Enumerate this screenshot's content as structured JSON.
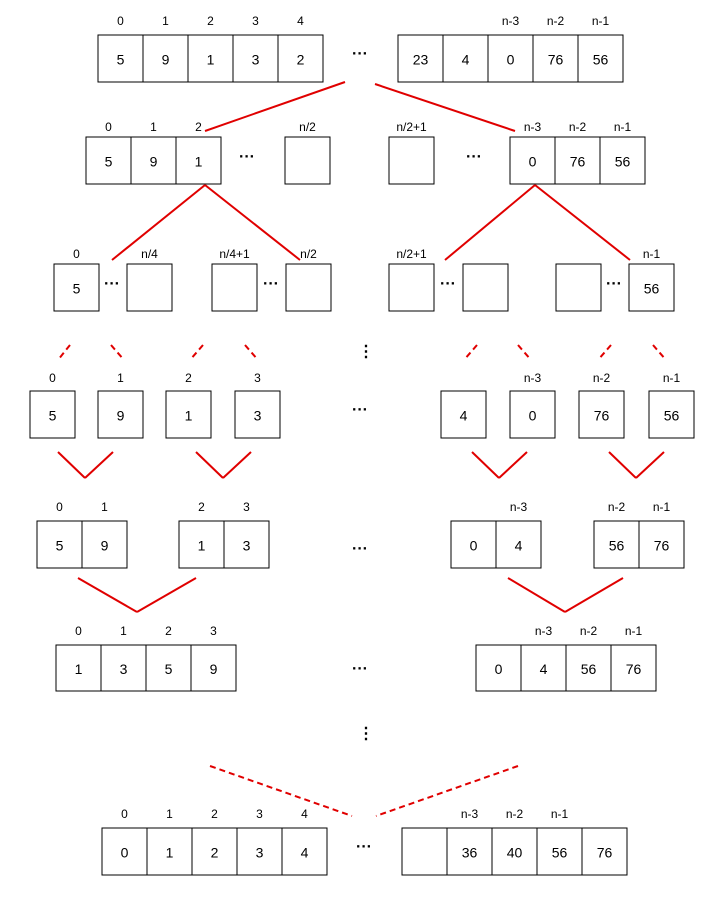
{
  "colors": {
    "connector": "#e00000",
    "cell_border": "#000000",
    "background": "#ffffff"
  },
  "ellipsis": "···",
  "vertical_ellipsis": "⋮",
  "levels": [
    {
      "name": "input-array",
      "groups": [
        {
          "cells": [
            "5",
            "9",
            "1",
            "3",
            "2"
          ],
          "indices": [
            "0",
            "1",
            "2",
            "3",
            "4"
          ]
        },
        {
          "cells": [
            "23",
            "4",
            "0",
            "76",
            "56"
          ],
          "indices": [
            "",
            "",
            "n-3",
            "n-2",
            "n-1"
          ]
        }
      ]
    },
    {
      "name": "split-halves",
      "groups": [
        {
          "cells": [
            "5",
            "9",
            "1"
          ],
          "indices": [
            "0",
            "1",
            "2"
          ]
        },
        {
          "cells": [
            ""
          ],
          "indices": [
            "n/2"
          ]
        },
        {
          "cells": [
            ""
          ],
          "indices": [
            "n/2+1"
          ]
        },
        {
          "cells": [
            "0",
            "76",
            "56"
          ],
          "indices": [
            "n-3",
            "n-2",
            "n-1"
          ]
        }
      ]
    },
    {
      "name": "split-quarters",
      "groups": [
        {
          "cells": [
            "5"
          ],
          "indices": [
            "0"
          ]
        },
        {
          "cells": [
            ""
          ],
          "indices": [
            "n/4"
          ]
        },
        {
          "cells": [
            ""
          ],
          "indices": [
            "n/4+1"
          ]
        },
        {
          "cells": [
            ""
          ],
          "indices": [
            "n/2"
          ]
        },
        {
          "cells": [
            ""
          ],
          "indices": [
            "n/2+1"
          ]
        },
        {
          "cells": [
            ""
          ],
          "indices": [
            ""
          ]
        },
        {
          "cells": [
            ""
          ],
          "indices": [
            ""
          ]
        },
        {
          "cells": [
            "56"
          ],
          "indices": [
            "n-1"
          ]
        }
      ]
    },
    {
      "name": "single-elements",
      "groups": [
        {
          "cells": [
            "5"
          ],
          "indices": [
            "0"
          ]
        },
        {
          "cells": [
            "9"
          ],
          "indices": [
            "1"
          ]
        },
        {
          "cells": [
            "1"
          ],
          "indices": [
            "2"
          ]
        },
        {
          "cells": [
            "3"
          ],
          "indices": [
            "3"
          ]
        },
        {
          "cells": [
            "4"
          ],
          "indices": [
            ""
          ]
        },
        {
          "cells": [
            "0"
          ],
          "indices": [
            "n-3"
          ]
        },
        {
          "cells": [
            "76"
          ],
          "indices": [
            "n-2"
          ]
        },
        {
          "cells": [
            "56"
          ],
          "indices": [
            "n-1"
          ]
        }
      ]
    },
    {
      "name": "merged-pairs",
      "groups": [
        {
          "cells": [
            "5",
            "9"
          ],
          "indices": [
            "0",
            "1"
          ]
        },
        {
          "cells": [
            "1",
            "3"
          ],
          "indices": [
            "2",
            "3"
          ]
        },
        {
          "cells": [
            "0",
            "4"
          ],
          "indices": [
            "",
            "n-3"
          ]
        },
        {
          "cells": [
            "56",
            "76"
          ],
          "indices": [
            "n-2",
            "n-1"
          ]
        }
      ]
    },
    {
      "name": "merged-fours",
      "groups": [
        {
          "cells": [
            "1",
            "3",
            "5",
            "9"
          ],
          "indices": [
            "0",
            "1",
            "2",
            "3"
          ]
        },
        {
          "cells": [
            "0",
            "4",
            "56",
            "76"
          ],
          "indices": [
            "",
            "n-3",
            "n-2",
            "n-1"
          ]
        }
      ]
    },
    {
      "name": "sorted-array",
      "groups": [
        {
          "cells": [
            "0",
            "1",
            "2",
            "3",
            "4"
          ],
          "indices": [
            "0",
            "1",
            "2",
            "3",
            "4"
          ]
        },
        {
          "cells": [
            "",
            "36",
            "40",
            "56",
            "76"
          ],
          "indices": [
            "",
            "n-3",
            "n-2",
            "n-1",
            ""
          ]
        }
      ]
    }
  ]
}
